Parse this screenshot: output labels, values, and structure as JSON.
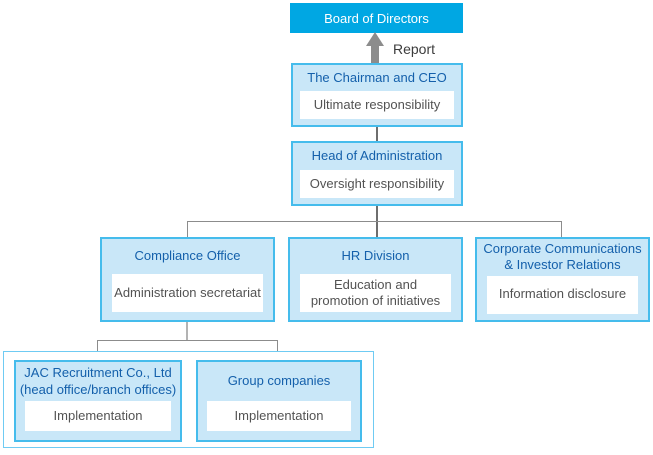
{
  "diagram": {
    "board": {
      "label": "Board of Directors"
    },
    "report_label": "Report",
    "chairman": {
      "title": "The Chairman and CEO",
      "role": "Ultimate responsibility"
    },
    "head_admin": {
      "title": "Head of Administration",
      "role": "Oversight responsibility"
    },
    "departments": [
      {
        "title": "Compliance Office",
        "role": "Administration secretariat"
      },
      {
        "title": "HR Division",
        "role": "Education and\npromotion of initiatives"
      },
      {
        "title": "Corporate Communications\n& Investor Relations",
        "role": "Information disclosure"
      }
    ],
    "subsidiaries": [
      {
        "title": "JAC Recruitment Co., Ltd\n(head office/branch offices)",
        "role": "Implementation"
      },
      {
        "title": "Group companies",
        "role": "Implementation"
      }
    ],
    "colors": {
      "solid_cyan": "#00A7E3",
      "box_fill": "#C9E7F8",
      "box_border": "#45BCEC",
      "frame_border": "#6FCBF3",
      "title_blue": "#1460AB",
      "role_text": "#535353",
      "connector_gray": "#8c8c8c"
    }
  }
}
